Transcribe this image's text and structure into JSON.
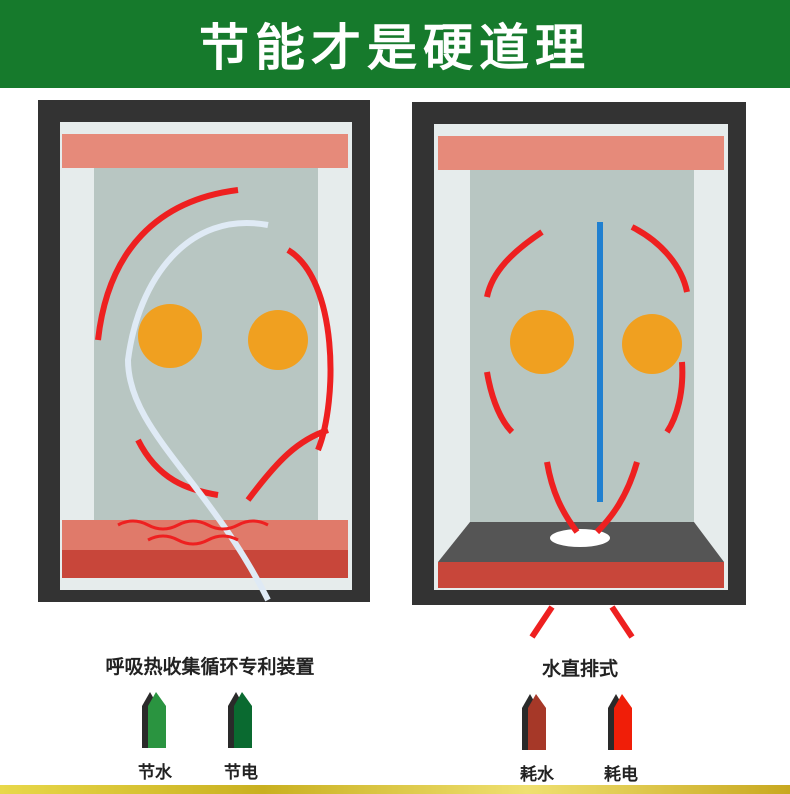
{
  "header": {
    "title": "节能才是硬道理"
  },
  "left": {
    "caption": "呼吸热收集循环专利装置",
    "items": [
      {
        "label": "节水",
        "color": "#2a9440"
      },
      {
        "label": "节电",
        "color": "#0a6a30"
      }
    ]
  },
  "right": {
    "caption": "水直排式",
    "items": [
      {
        "label": "耗水",
        "color": "#a63828"
      },
      {
        "label": "耗电",
        "color": "#f01e08"
      }
    ]
  }
}
